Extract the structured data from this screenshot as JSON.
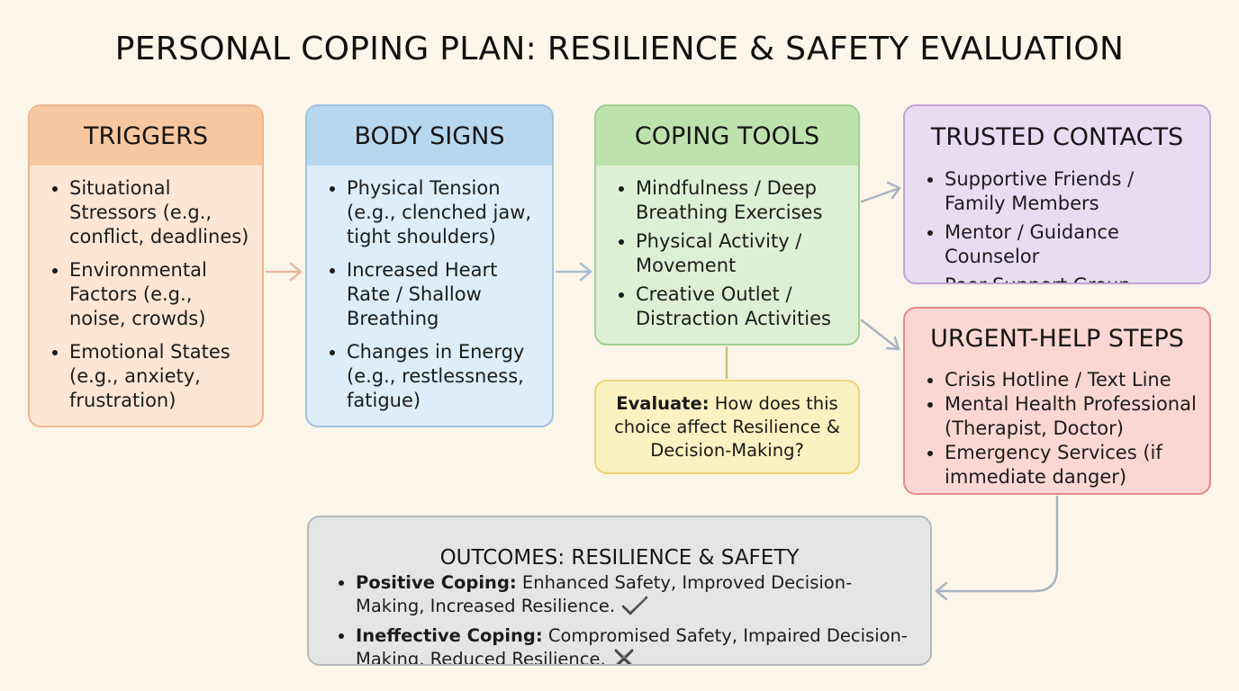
{
  "title": "PERSONAL COPING PLAN: RESILIENCE & SAFETY EVALUATION",
  "triggers": {
    "heading": "TRIGGERS",
    "items": [
      "Situational Stressors (e.g., conflict, deadlines)",
      "Environmental Factors (e.g., noise, crowds)",
      "Emotional States (e.g., anxiety, frustration)"
    ]
  },
  "body_signs": {
    "heading": "BODY SIGNS",
    "items": [
      "Physical Tension (e.g., clenched jaw, tight shoulders)",
      "Increased Heart Rate / Shallow Breathing",
      "Changes in Energy (e.g., restlessness, fatigue)"
    ]
  },
  "coping_tools": {
    "heading": "COPING TOOLS",
    "items": [
      "Mindfulness / Deep Breathing Exercises",
      "Physical Activity / Movement",
      "Creative Outlet / Distraction Activities"
    ]
  },
  "trusted_contacts": {
    "heading": "TRUSTED CONTACTS",
    "items": [
      "Supportive Friends / Family Members",
      "Mentor / Guidance Counselor",
      "Peer Support Group"
    ]
  },
  "urgent_help": {
    "heading": "URGENT-HELP STEPS",
    "items": [
      "Crisis Hotline / Text Line",
      "Mental Health Professional (Therapist, Doctor)",
      "Emergency Services (if immediate danger)"
    ]
  },
  "evaluate": {
    "label": "Evaluate:",
    "text": "How does this choice affect Resilience & Decision-Making?"
  },
  "outcomes": {
    "heading": "OUTCOMES: RESILIENCE & SAFETY",
    "positive_label": "Positive Coping:",
    "positive_text": "Enhanced Safety, Improved Decision-Making, Increased Resilience.",
    "negative_label": "Ineffective Coping:",
    "negative_text": "Compromised Safety, Impaired Decision-Making, Reduced Resilience."
  },
  "icons": {
    "positive": "check-mark-icon",
    "negative": "cross-mark-icon"
  },
  "colors": {
    "background": "#fbf6e9",
    "triggers": "#f9c79f",
    "body_signs": "#b7d7ef",
    "coping_tools": "#bde2ad",
    "trusted_contacts": "#e9dcf2",
    "urgent_help": "#fad7d3",
    "evaluate": "#fcf1c0",
    "outcomes": "#e4e6e6"
  }
}
